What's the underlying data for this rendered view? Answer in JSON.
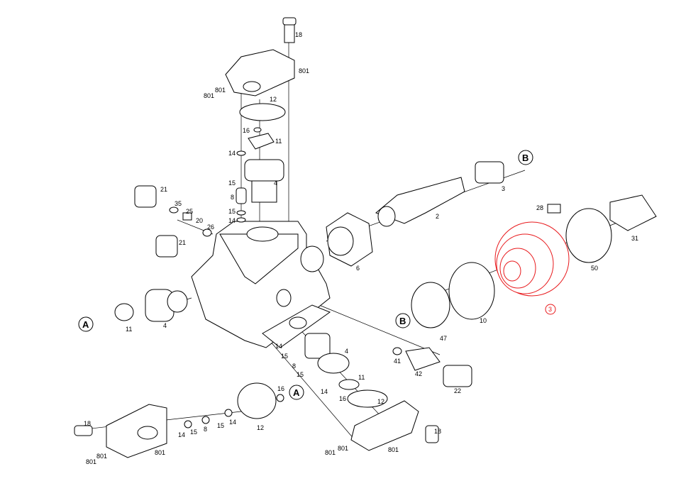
{
  "diagram": {
    "accent_color": "#e8191c",
    "labels": [
      "18",
      "801",
      "801",
      "801",
      "12",
      "16",
      "11",
      "14",
      "15",
      "4",
      "8",
      "15",
      "14",
      "21",
      "35",
      "25",
      "20",
      "26",
      "21",
      "2",
      "3",
      "28",
      "31",
      "50",
      "6",
      "10",
      "47",
      "11",
      "4",
      "14",
      "15",
      "8",
      "15",
      "4",
      "11",
      "14",
      "16",
      "12",
      "16",
      "12",
      "41",
      "42",
      "22",
      "18",
      "14",
      "15",
      "8",
      "15",
      "14",
      "801",
      "801",
      "801",
      "801",
      "801",
      "801",
      "18"
    ],
    "highlight_label": "3",
    "callouts": [
      "B",
      "B",
      "A",
      "A"
    ]
  }
}
